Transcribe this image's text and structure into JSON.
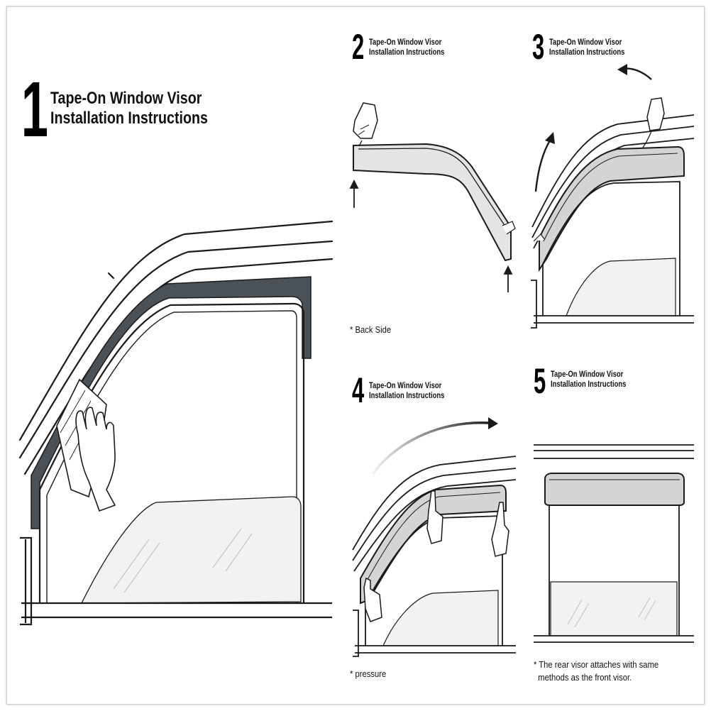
{
  "steps": [
    {
      "number": "1",
      "line1": "Tape-On Window Visor",
      "line2": "Installation Instructions"
    },
    {
      "number": "2",
      "line1": "Tape-On Window Visor",
      "line2": "Installation Instructions"
    },
    {
      "number": "3",
      "line1": "Tape-On Window Visor",
      "line2": "Installation Instructions"
    },
    {
      "number": "4",
      "line1": "Tape-On Window Visor",
      "line2": "Installation Instructions"
    },
    {
      "number": "5",
      "line1": "Tape-On Window Visor",
      "line2": "Installation Instructions"
    }
  ],
  "notes": {
    "back_side": "* Back Side",
    "pressure": "* pressure",
    "rear_line1": "* The rear visor attaches with same",
    "rear_line2": "methods as the front visor."
  },
  "colors": {
    "outline": "#1a1a1a",
    "visor_dark": "#4b5257",
    "visor_light": "#d9d9d9",
    "glass": "#f2f2f2"
  }
}
